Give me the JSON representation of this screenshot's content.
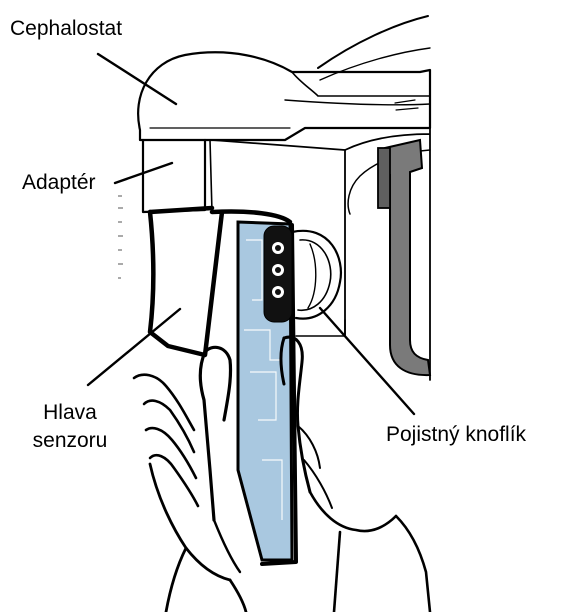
{
  "labels": {
    "cephalostat": "Cephalostat",
    "adapter": "Adaptér",
    "sensor_head_line1": "Hlava",
    "sensor_head_line2": "senzoru",
    "lock_knob": "Pojistný knoflík"
  },
  "colors": {
    "sensor_panel": "#a9c8e0",
    "device_gray": "#7a7a7a",
    "line": "#000000",
    "background": "#ffffff"
  }
}
